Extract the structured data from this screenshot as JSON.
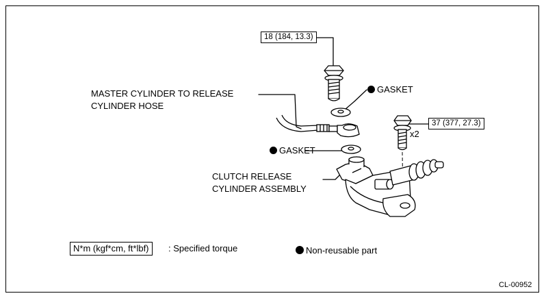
{
  "torque_labels": {
    "bolt_top": "18 (184, 13.3)",
    "bolt_right": "37 (377, 27.3)"
  },
  "quantity": "x2",
  "labels": {
    "hose_line1": "MASTER CYLINDER TO RELEASE",
    "hose_line2": "CYLINDER HOSE",
    "gasket_upper": "GASKET",
    "gasket_lower": "GASKET",
    "assembly_line1": "CLUTCH RELEASE",
    "assembly_line2": "CYLINDER ASSEMBLY"
  },
  "legend": {
    "torque_unit": "N*m (kgf*cm, ft*lbf)",
    "torque_desc": ": Specified torque",
    "nonreusable": "Non-reusable part"
  },
  "figure_code": "CL-00952"
}
